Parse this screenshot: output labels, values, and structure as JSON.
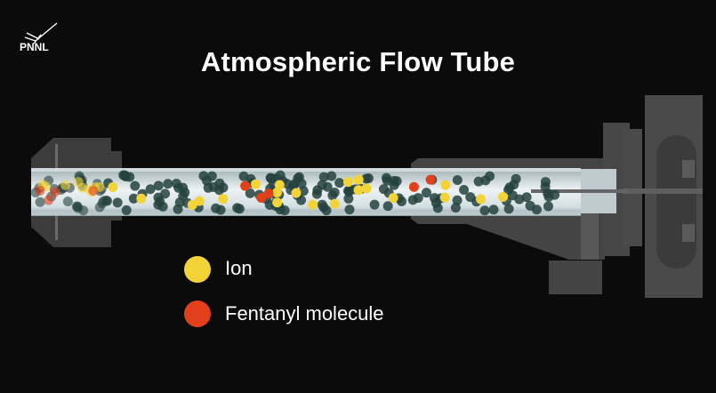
{
  "logo": {
    "text": "PNNL"
  },
  "title": "Atmospheric Flow Tube",
  "legend": [
    {
      "label": "Ion",
      "color": "#f2d438"
    },
    {
      "label": "Fentanyl molecule",
      "color": "#e2401a"
    }
  ],
  "colors": {
    "gas_molecule": "#24423f",
    "housing": "#444444",
    "tube": "#c9d6da"
  }
}
